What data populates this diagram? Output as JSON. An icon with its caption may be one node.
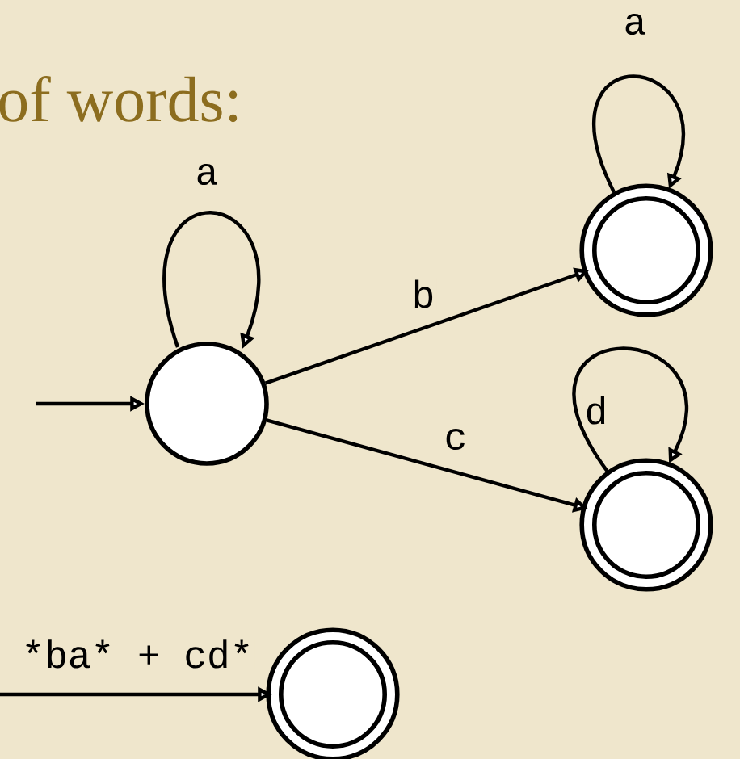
{
  "diagram": {
    "title": "of words:",
    "nodes": [
      {
        "text": [],
        "shape": "circle"
      },
      {
        "text": [],
        "shape": "circle"
      },
      {
        "text": [],
        "shape": "circle"
      },
      {
        "text": [],
        "shape": "circle"
      }
    ],
    "edges": [
      {
        "from": null,
        "to": 0,
        "arrow": "to"
      },
      {
        "from": 0,
        "to": 0,
        "label": "a",
        "arrow": "to"
      },
      {
        "from": 0,
        "to": 1,
        "label": "b",
        "arrow": "to"
      },
      {
        "from": 0,
        "to": 2,
        "label": "c",
        "arrow": "to"
      },
      {
        "from": 1,
        "to": 1,
        "label": "a",
        "arrow": "to"
      },
      {
        "from": 2,
        "to": 2,
        "label": "d",
        "arrow": "to"
      },
      {
        "from": null,
        "to": 3,
        "label": "*ba* + cd*",
        "arrow": "to"
      }
    ]
  }
}
